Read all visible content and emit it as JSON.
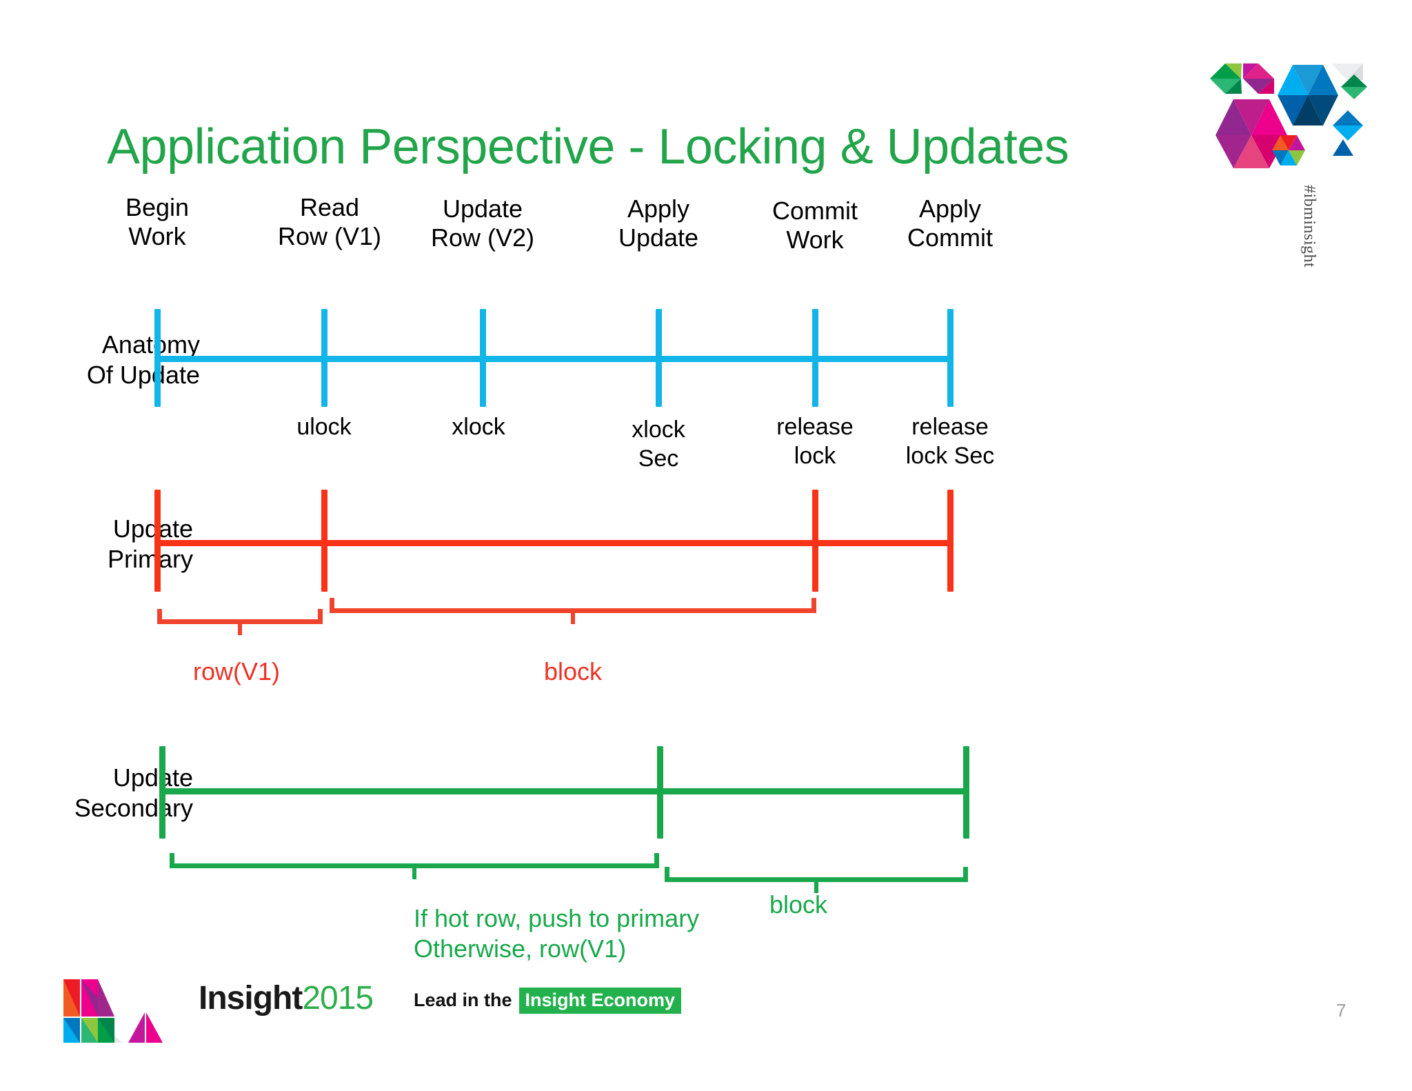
{
  "slide": {
    "title": "Application Perspective - Locking & Updates",
    "title_color": "#22A44A",
    "page_number": "7",
    "hashtag": "#ibminsight"
  },
  "footer": {
    "brand_name": "Insight",
    "brand_year": "2015",
    "tagline_prefix": "Lead in the",
    "tagline_highlight": "Insight Economy"
  },
  "chart_data": {
    "type": "timeline",
    "title": "Application Perspective - Locking & Updates",
    "xlim": [
      0,
      2048
    ],
    "events": [
      {
        "label": "Begin\nWork",
        "x": 228
      },
      {
        "label": "Read\nRow (V1)",
        "x": 470
      },
      {
        "label": "Update\nRow (V2)",
        "x": 700
      },
      {
        "label": "Apply\nUpdate",
        "x": 955
      },
      {
        "label": "Commit\nWork",
        "x": 1182
      },
      {
        "label": "Apply\nCommit",
        "x": 1378
      }
    ],
    "lock_actions": [
      {
        "label": "ulock",
        "x": 470
      },
      {
        "label": "xlock",
        "x": 700
      },
      {
        "label": "xlock\nSec",
        "x": 955
      },
      {
        "label": "release\nlock",
        "x": 1182
      },
      {
        "label": "release\nlock Sec",
        "x": 1378
      }
    ],
    "tracks": [
      {
        "name": "Anatomy Of Update",
        "label": "Anatomy\nOf Update",
        "color": "#13B5E8",
        "line": {
          "x1": 228,
          "x2": 1378,
          "y": 520
        },
        "ticks": [
          228,
          470,
          700,
          955,
          1182,
          1378
        ]
      },
      {
        "name": "Update Primary",
        "label": "Update\nPrimary",
        "color": "#F93318",
        "line": {
          "x1": 228,
          "x2": 1378,
          "y": 787
        },
        "ticks": [
          228,
          470,
          1182,
          1378
        ]
      },
      {
        "name": "Update Secondary",
        "label": "Update\nSecondary",
        "color": "#18A84B",
        "line": {
          "x1": 234,
          "x2": 1400,
          "y": 1148
        },
        "ticks": [
          234,
          957,
          1400
        ]
      }
    ],
    "spans": [
      {
        "track": "Update Primary",
        "label": "row(V1)",
        "x1": 228,
        "x2": 468,
        "color": "#EE3124"
      },
      {
        "track": "Update Primary",
        "label": "block",
        "x1": 478,
        "x2": 1184,
        "color": "#EE3124"
      },
      {
        "track": "Update Secondary",
        "label": "If hot row, push to primary\nOtherwise, row(V1)",
        "x1": 245,
        "x2": 955,
        "color": "#18A84B"
      },
      {
        "track": "Update Secondary",
        "label": "block",
        "x1": 965,
        "x2": 1405,
        "color": "#18A84B"
      }
    ]
  }
}
